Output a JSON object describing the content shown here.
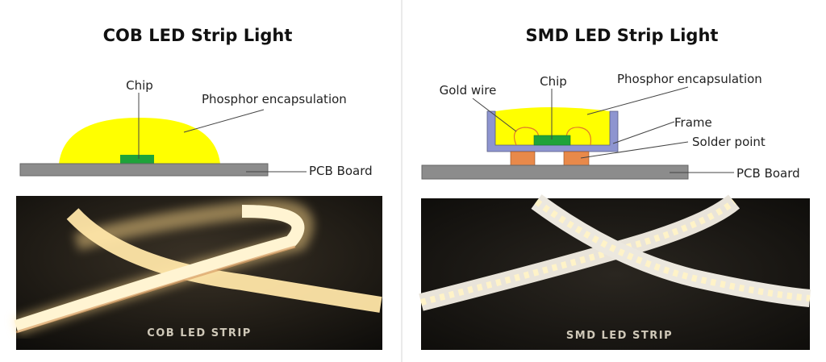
{
  "left": {
    "title": "COB LED Strip Light",
    "labels": {
      "chip": "Chip",
      "phosphor": "Phosphor encapsulation",
      "pcb": "PCB Board"
    },
    "photo_caption": "COB LED STRIP"
  },
  "right": {
    "title": "SMD LED Strip Light",
    "labels": {
      "gold_wire": "Gold wire",
      "chip": "Chip",
      "phosphor": "Phosphor encapsulation",
      "frame": "Frame",
      "solder": "Solder point",
      "pcb": "PCB Board"
    },
    "photo_caption": "SMD LED STRIP"
  },
  "colors": {
    "phosphor": "#ffff00",
    "chip": "#1fa33a",
    "pcb": "#8c8c8c",
    "frame": "#8e95d0",
    "solder": "#e8894a",
    "gold_wire": "#e07a2a"
  }
}
